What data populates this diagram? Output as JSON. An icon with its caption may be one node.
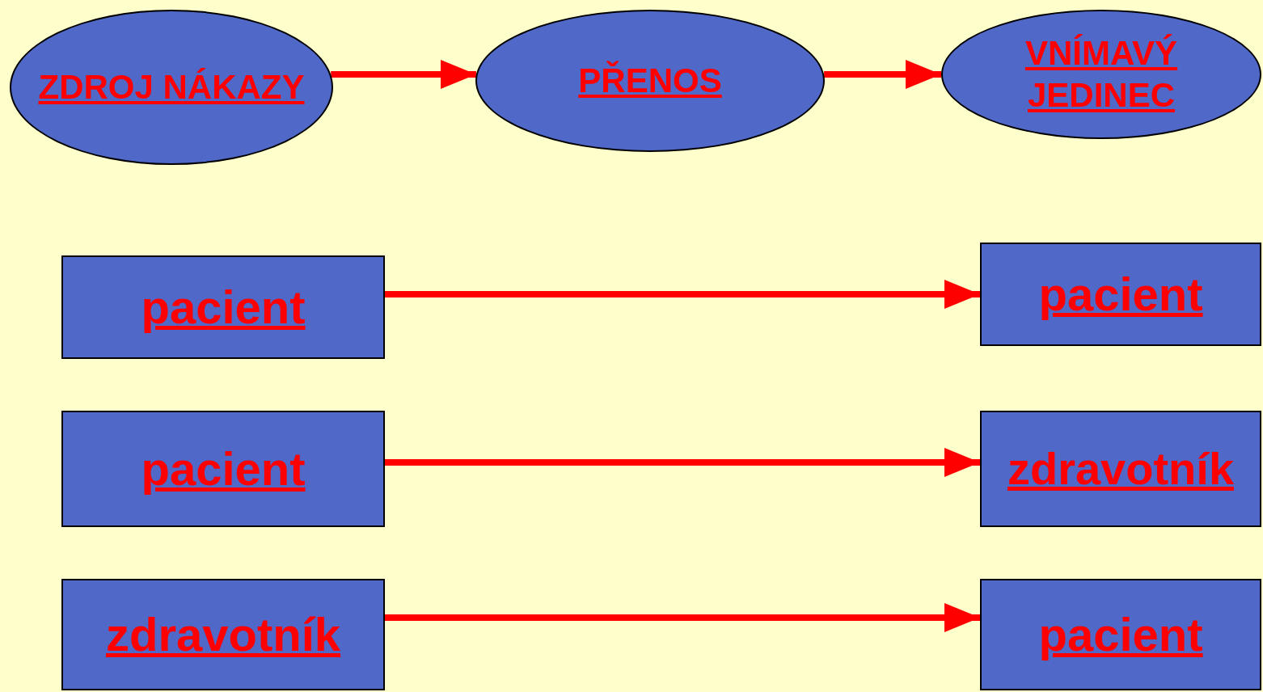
{
  "diagram": {
    "nodes": [
      {
        "text": [
          "ZDROJ NÁKAZY"
        ]
      },
      {
        "text": [
          "PŘENOS"
        ]
      },
      {
        "text": [
          "VNÍMAVÝ JEDINEC"
        ]
      },
      {
        "text": [
          "pacient"
        ]
      },
      {
        "text": [
          "pacient"
        ]
      },
      {
        "text": [
          "pacient"
        ]
      },
      {
        "text": [
          "zdravotník"
        ]
      },
      {
        "text": [
          "zdravotník"
        ]
      },
      {
        "text": [
          "pacient"
        ]
      }
    ],
    "edges": [
      {
        "from": 0,
        "to": 1,
        "arrow": "to"
      },
      {
        "from": 1,
        "to": 2,
        "arrow": "to"
      },
      {
        "from": 3,
        "to": 4,
        "arrow": "to"
      },
      {
        "from": 5,
        "to": 6,
        "arrow": "to"
      },
      {
        "from": 7,
        "to": 8,
        "arrow": "to"
      }
    ]
  }
}
